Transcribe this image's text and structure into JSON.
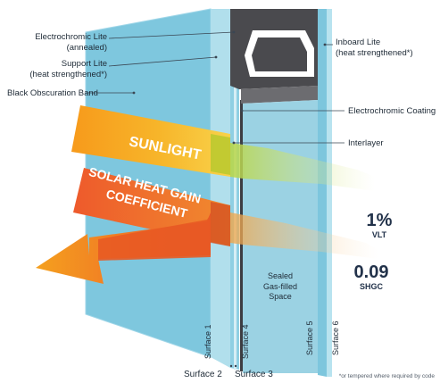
{
  "labels": {
    "ec_lite": [
      "Electrochromic Lite",
      "(annealed)"
    ],
    "support_lite": [
      "Support Lite",
      "(heat strengthened*)"
    ],
    "black_band": "Black Obscuration Band",
    "inboard_lite": [
      "Inboard Lite",
      "(heat strengthened*)"
    ],
    "ec_coating": "Electrochromic Coating",
    "interlayer": "Interlayer",
    "sealed_space": [
      "Sealed",
      "Gas-filled",
      "Space"
    ]
  },
  "arrows": {
    "sunlight": "SUNLIGHT",
    "shgc": [
      "SOLAR HEAT GAIN",
      "COEFFICIENT"
    ]
  },
  "metrics": {
    "vlt_value": "1%",
    "vlt_label": "VLT",
    "shgc_value": "0.09",
    "shgc_label": "SHGC"
  },
  "surfaces": {
    "s1": "Surface 1",
    "s2": "Surface 2",
    "s3": "Surface 3",
    "s4": "Surface 4",
    "s5": "Surface 5",
    "s6": "Surface 6"
  },
  "footnote": "*or tempered where required by code",
  "colors": {
    "glass_front": "#7ec7de",
    "glass_side": "#a8dbe9",
    "frame_dark": "#4a4a4e",
    "sunlight_start": "#f7a21b",
    "sunlight_end": "#f8d24a",
    "shgc_start": "#e94e2b",
    "shgc_end": "#f4a23a",
    "text_dark": "#22324a"
  }
}
